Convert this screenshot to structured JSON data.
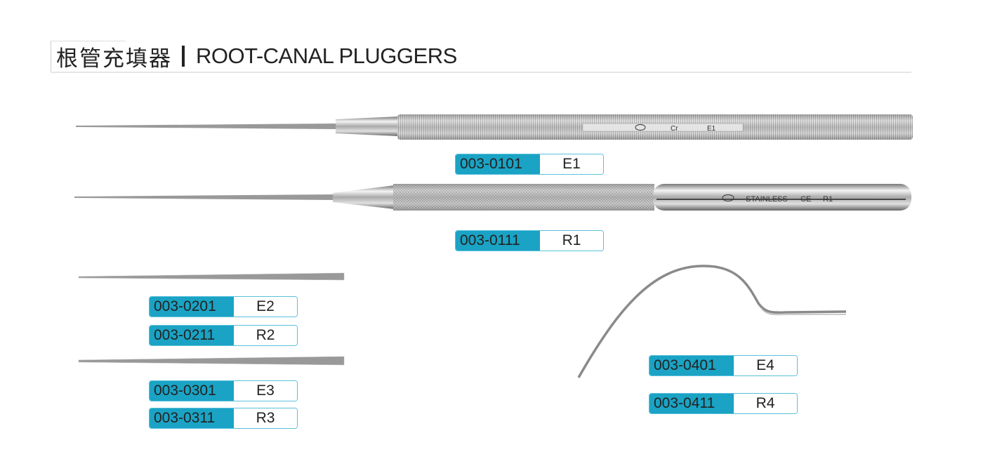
{
  "header": {
    "title_cn": "根管充填器",
    "title_en": "ROOT-CANAL PLUGGERS"
  },
  "instruments": {
    "e1_engraving": {
      "mark1": "Cr",
      "mark2": "E1"
    },
    "r1_engraving": {
      "mark1": "STAINLESS",
      "mark2": "CE",
      "mark3": "R1"
    }
  },
  "products": [
    {
      "code": "003-0101",
      "model": "E1"
    },
    {
      "code": "003-0111",
      "model": "R1"
    },
    {
      "code": "003-0201",
      "model": "E2"
    },
    {
      "code": "003-0211",
      "model": "R2"
    },
    {
      "code": "003-0301",
      "model": "E3"
    },
    {
      "code": "003-0311",
      "model": "R3"
    },
    {
      "code": "003-0401",
      "model": "E4"
    },
    {
      "code": "003-0411",
      "model": "R4"
    }
  ],
  "colors": {
    "accent": "#1aa3c4",
    "border": "#5bc0dc"
  }
}
